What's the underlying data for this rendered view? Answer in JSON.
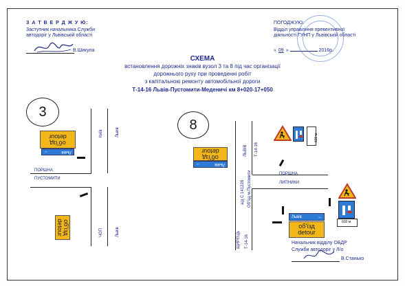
{
  "header_left": {
    "approve": "З А Т В Е Р Д Ж У Ю:",
    "line1": "Заступник начальника Служби",
    "line2": "автодоріг у Львівській області",
    "signer": "В.Шикула"
  },
  "header_right": {
    "agreed": "ПОГОДЖУЮ:",
    "line1": "Відділ управління превентивної",
    "line2": "діяльності ГУНП у Львівській області",
    "date_prefix": "«",
    "date_day": "09",
    "date_mid": "»",
    "date_year": "2016р."
  },
  "title": {
    "main": "СХЕМА",
    "line1": "встановлення дорожніх знаків  вузол 3 та 8 під час організації",
    "line2": "дорожнього руху при проведенні робіт",
    "line3": "з капітальною ремонту автомобільної дороги",
    "line4": "Т-14-16  Львів-Пустомити-Меденичі км 8+020-17+050"
  },
  "node3": {
    "number": "3",
    "road_top": "Київ",
    "road_top2": "Львів",
    "road_left1": "ПОРШНА",
    "road_left2": "ПУСТОМИТИ",
    "road_bottom": "ЧОП",
    "road_bottom2": "Львів",
    "sign_top_l1": "об'їзд",
    "sign_top_l2": "detour",
    "sign_top_small": "Львів",
    "sign_bottom_l1": "об'їзд",
    "sign_bottom_l2": "detour"
  },
  "node8": {
    "number": "8",
    "road_top1": "ЛЬВІВ",
    "road_top2": "Т-14-16",
    "road_mid1": "а/д С 141228",
    "road_mid2": "Об'їзд м.Пустомити",
    "road_right1": "ПОРШНА",
    "road_right2": "ЛИПНИКИ",
    "road_bottom1": "ЩИРЕЦЬ",
    "road_bottom2": "Т-14-16",
    "sign_left_l1": "об'їзд",
    "sign_left_l2": "detour",
    "sign_left_small": "Львів",
    "sign_right_small": "Львів",
    "sign_right_l1": "об'їзд",
    "sign_right_l2": "detour",
    "dist_top": "600 м",
    "dist_bottom": "600 м"
  },
  "footer": {
    "line1": "Начальник відділу ОБДР",
    "line2": "Служби автодоріг у Л/о",
    "signer": "В.Станько"
  }
}
